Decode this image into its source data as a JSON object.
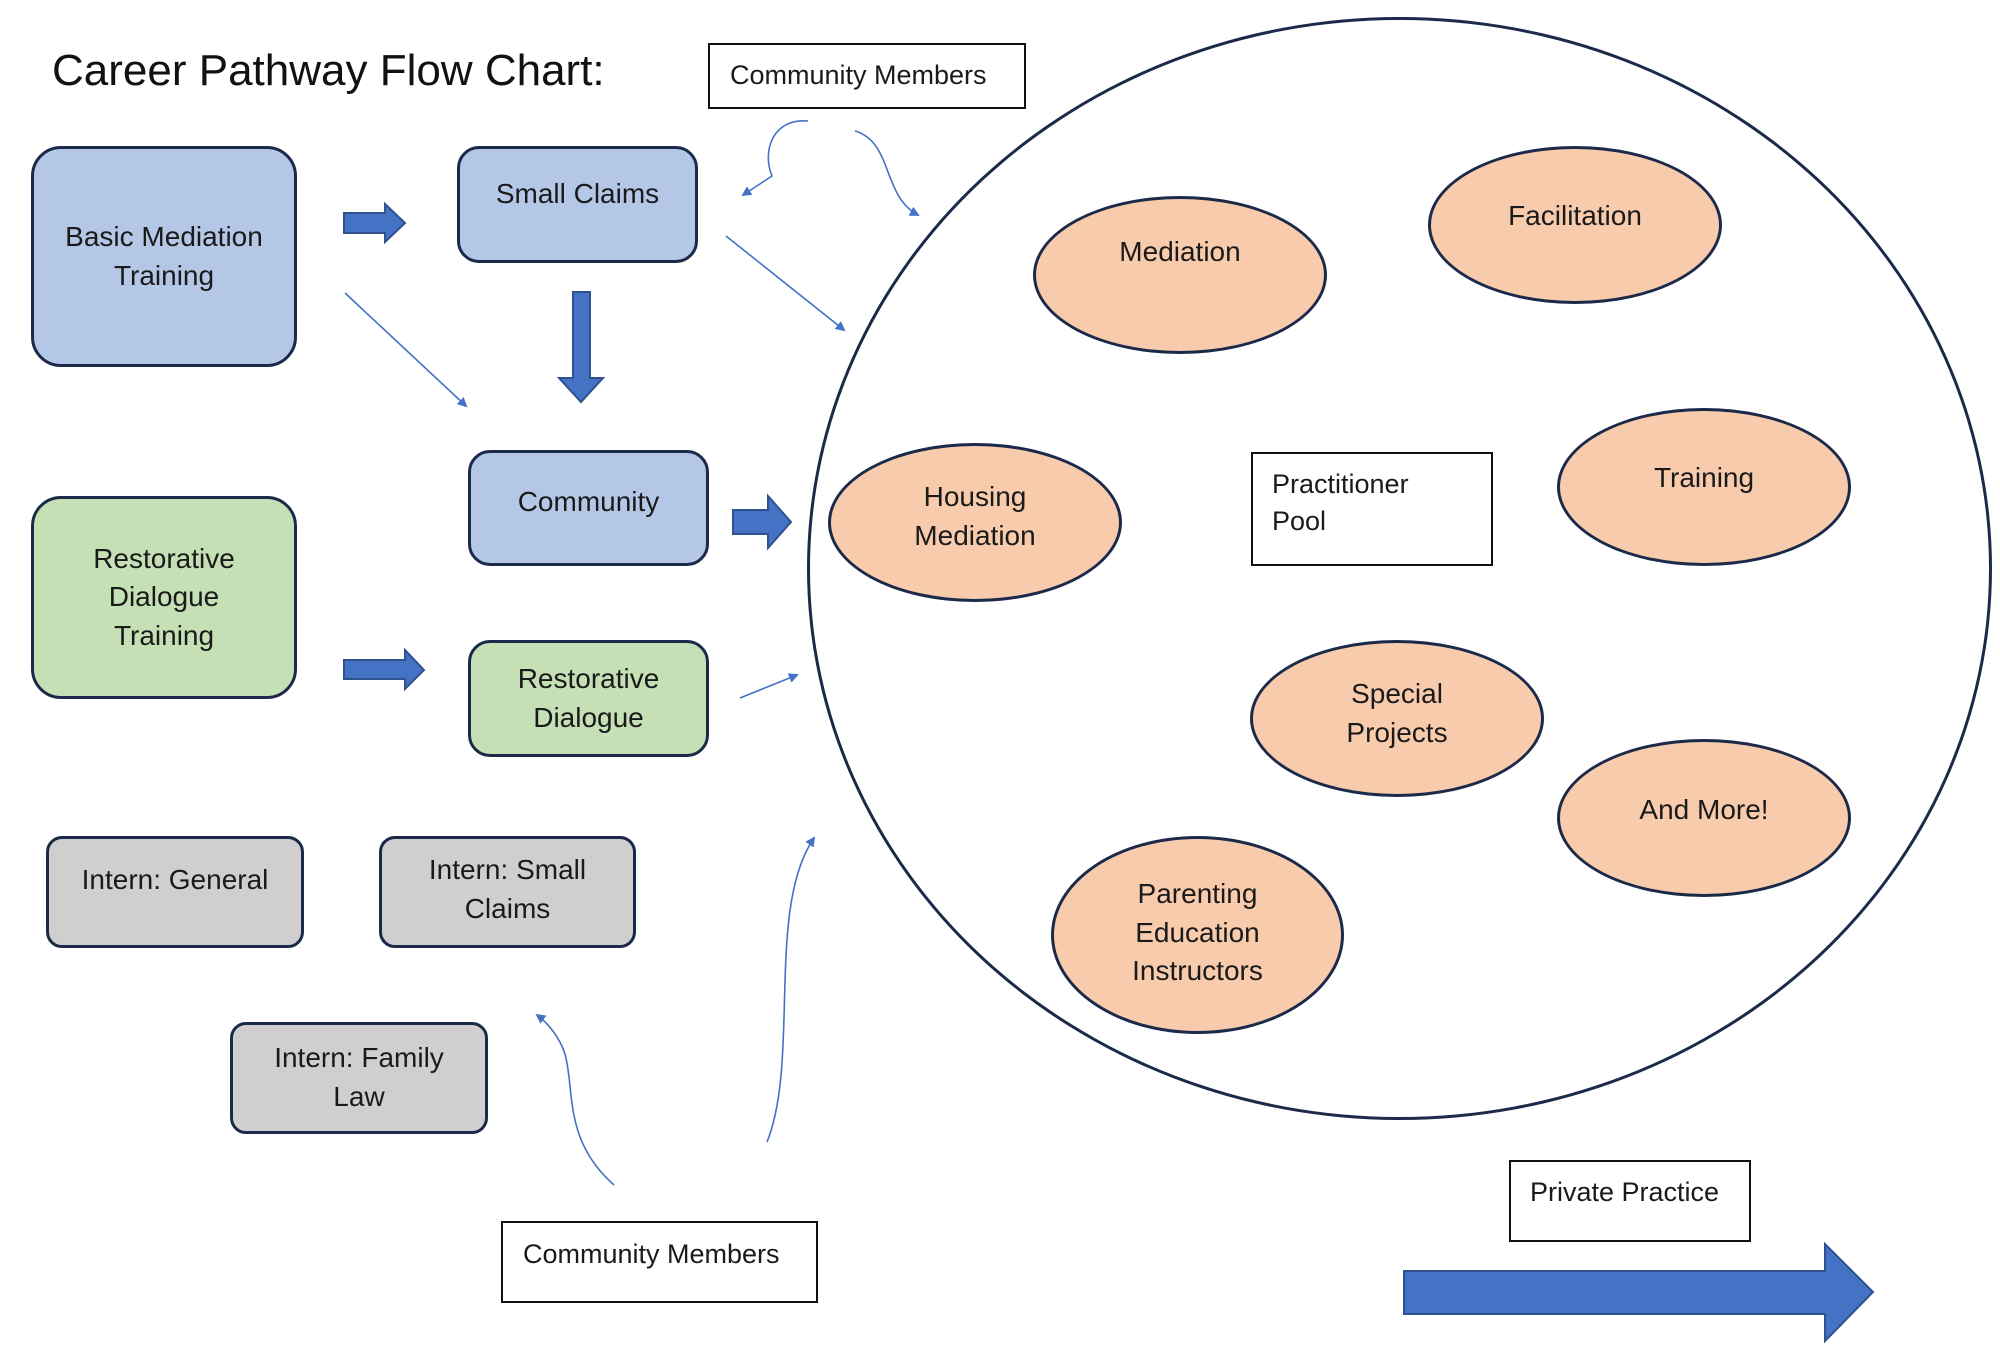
{
  "title": "Career Pathway Flow Chart:",
  "trainings": {
    "basic_mediation": "Basic Mediation\nTraining",
    "restorative_dialogue": "Restorative\nDialogue\nTraining"
  },
  "programs": {
    "small_claims": "Small Claims",
    "community": "Community",
    "restorative_dialogue": "Restorative\nDialogue"
  },
  "interns": {
    "general": "Intern: General",
    "small_claims": "Intern: Small\nClaims",
    "family_law": "Intern: Family\nLaw"
  },
  "community_members_top": "Community Members",
  "community_members_bottom": "Community Members",
  "practitioner_pool": "Practitioner\nPool",
  "roles": {
    "mediation": "Mediation",
    "facilitation": "Facilitation",
    "housing_mediation": "Housing\nMediation",
    "training": "Training",
    "special_projects": "Special\nProjects",
    "and_more": "And More!",
    "parenting_education": "Parenting\nEducation\nInstructors"
  },
  "private_practice": "Private Practice",
  "colors": {
    "arrow_blue": "#4472c4",
    "training_blue": "#b4c7e7",
    "training_green": "#c5e0b4",
    "intern_grey": "#d0cece",
    "role_orange": "#f8cbad",
    "outline_navy": "#1c2a4a"
  }
}
